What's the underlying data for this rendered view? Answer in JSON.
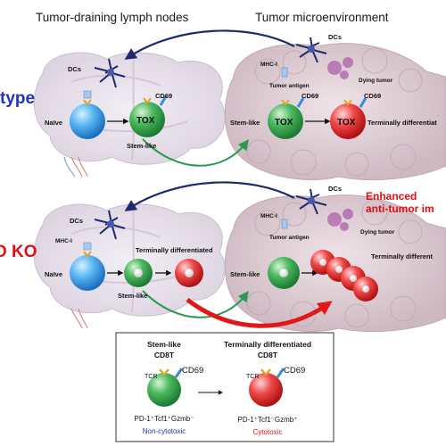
{
  "headers": {
    "lymph_nodes": "Tumor-draining lymph nodes",
    "microenvironment": "Tumor microenvironment"
  },
  "top_panel": {
    "row_label": "type",
    "dcs_left": "DCs",
    "cd69_left": "CD69",
    "naive": "Naïve",
    "tox": "TOX",
    "stem_like_ln": "Stem-like",
    "dcs_right": "DCs",
    "mhc": "MHC-I",
    "tumor_antigen": "Tumor antigen",
    "dying_tumor": "Dying tumor",
    "cd69_mid": "CD69",
    "cd69_right": "CD69",
    "stem_like_tme": "Stem-like",
    "tox_stem": "TOX",
    "tox_term": "TOX",
    "terminal": "Terminally differentiat"
  },
  "bottom_panel": {
    "row_label": "D KO",
    "enhanced_line1": "Enhanced",
    "enhanced_line2": "anti-tumor im",
    "dcs_left": "DCs",
    "mhc_left": "MHC-I",
    "naive": "Naïve",
    "terminal_ln": "Terminally differentiated",
    "stem_like_ln": "Stem-like",
    "dcs_right": "DCs",
    "mhc_right": "MHC-I",
    "tumor_antigen": "Tumor antigen",
    "dying_tumor": "Dying tumor",
    "stem_like_tme": "Stem-like",
    "terminal_tme": "Terminally different"
  },
  "legend": {
    "stem_title_1": "Stem-like",
    "stem_title_2": "CD8T",
    "term_title_1": "Terminally differentiated",
    "term_title_2": "CD8T",
    "tcr_1": "TCR",
    "cd69_1": "CD69",
    "tcr_2": "TCR",
    "cd69_2": "CD69",
    "stem_markers": "PD-1⁺Tcf1⁺Gzmb⁻",
    "term_markers": "PD-1⁺Tcf1⁻Gzmb⁺",
    "stem_function": "Non-cytotoxic",
    "term_function": "Cytotoxic"
  },
  "colors": {
    "wild_type_label": "#2233bb",
    "ko_label": "#e01010",
    "non_cytotoxic": "#2233aa",
    "cytotoxic": "#e01010",
    "naive_cell": "#3aa0e8",
    "stem_cell": "#2e9a4a",
    "terminal_cell": "#e02828",
    "arrow_navy": "#1e2a6e",
    "arrow_green": "#2a9a50",
    "arrow_red": "#e01818"
  }
}
